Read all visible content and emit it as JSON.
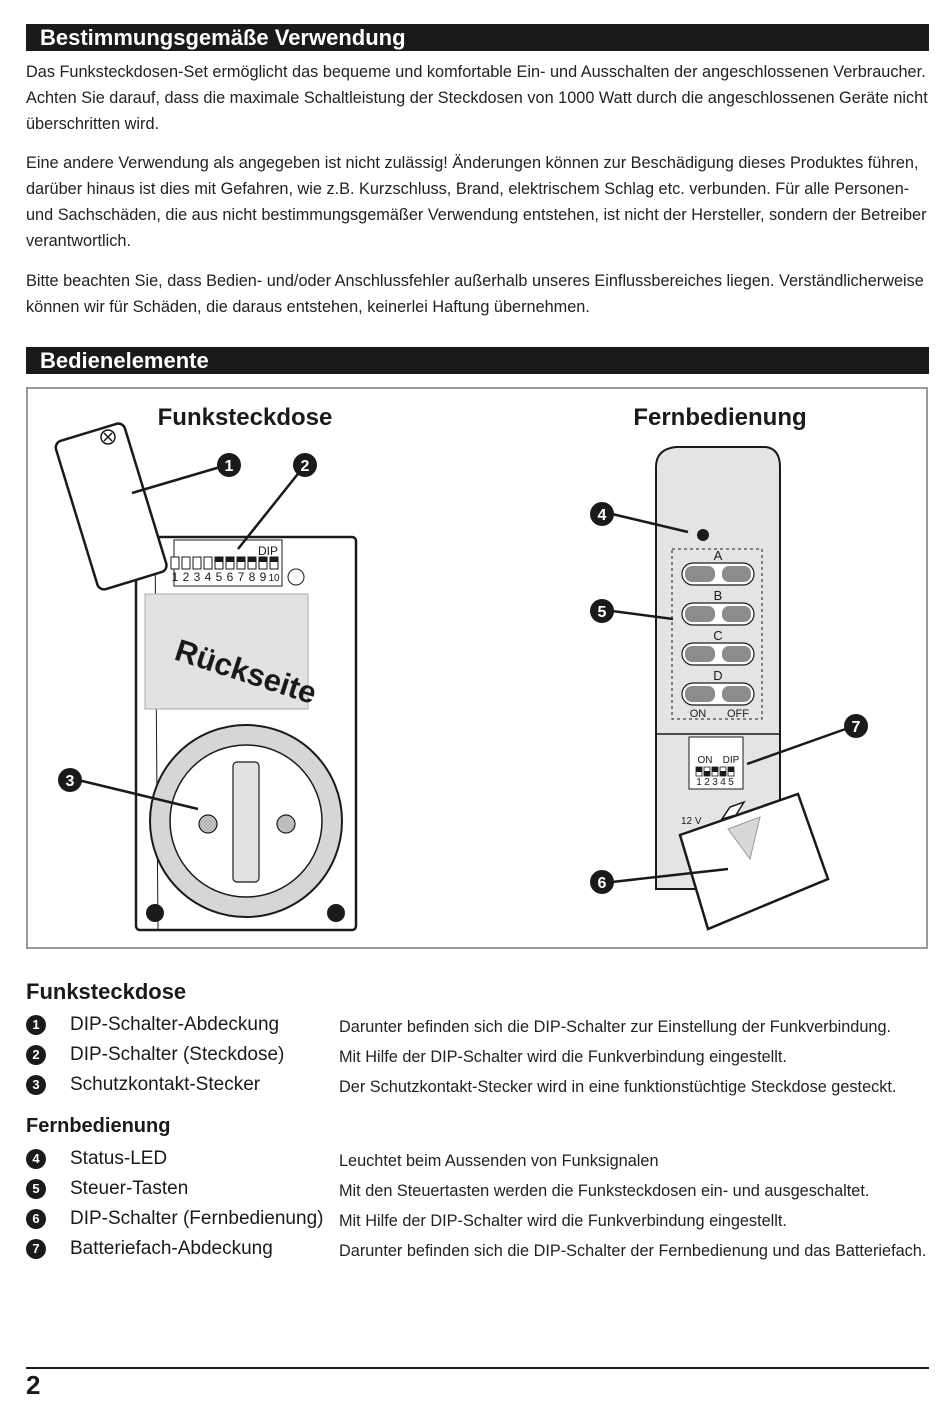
{
  "section1": {
    "title": "Bestimmungsgemäße Verwendung",
    "paragraphs": [
      "Das Funksteckdosen-Set ermöglicht das bequeme und komfortable Ein- und Ausschalten der angeschlossenen Verbraucher. Achten Sie darauf, dass die maximale Schaltleistung der Steckdosen von 1000 Watt durch die angeschlossenen Geräte nicht überschritten wird.",
      "Eine andere Verwendung als angegeben ist nicht zulässig! Änderungen können zur Beschädigung dieses Produktes führen, darüber hinaus ist dies mit Gefahren, wie z.B. Kurzschluss, Brand, elektrischem Schlag etc. verbunden. Für alle Personen- und Sachschäden, die aus nicht bestimmungsgemäßer Verwendung entstehen, ist nicht der Hersteller, sondern der Betreiber verantwortlich.",
      "Bitte beachten Sie, dass Bedien- und/oder Anschlussfehler außerhalb unseres Einflussbereiches liegen. Verständlicherweise können wir für Schäden, die daraus entstehen, keinerlei Haftung übernehmen."
    ]
  },
  "section2": {
    "title": "Bedienelemente"
  },
  "figure": {
    "socket_title": "Funksteckdose",
    "remote_title": "Fernbedienung",
    "socket_back_label": "Rückseite",
    "dip_label": "DIP",
    "socket_dip_numbers": [
      "1",
      "2",
      "3",
      "4",
      "5",
      "6",
      "7",
      "8",
      "9",
      "10"
    ],
    "remote_buttons": [
      "A",
      "B",
      "C",
      "D"
    ],
    "on_label": "ON",
    "off_label": "OFF",
    "remote_dip_numbers": [
      "1",
      "2",
      "3",
      "4",
      "5"
    ],
    "battery_label": "12 V",
    "callouts": [
      "1",
      "2",
      "3",
      "4",
      "5",
      "6",
      "7"
    ]
  },
  "legend": {
    "socket": {
      "title": "Funksteckdose",
      "items": [
        {
          "num": "1",
          "name": "DIP-Schalter-Abdeckung",
          "desc": "Darunter befinden sich die DIP-Schalter zur Einstellung der Funkverbindung."
        },
        {
          "num": "2",
          "name": "DIP-Schalter (Steckdose)",
          "desc": "Mit Hilfe der DIP-Schalter wird die Funkverbindung eingestellt."
        },
        {
          "num": "3",
          "name": "Schutzkontakt-Stecker",
          "desc": "Der Schutzkontakt-Stecker wird in eine funktionstüchtige Steckdose gesteckt."
        }
      ]
    },
    "remote": {
      "title": "Fernbedienung",
      "items": [
        {
          "num": "4",
          "name": "Status-LED",
          "desc": "Leuchtet beim Aussenden von Funksignalen"
        },
        {
          "num": "5",
          "name": "Steuer-Tasten",
          "desc": "Mit den Steuertasten werden die Funksteckdosen ein- und ausgeschaltet."
        },
        {
          "num": "6",
          "name": "DIP-Schalter (Fernbedienung)",
          "desc": "Mit Hilfe der DIP-Schalter wird die Funkverbindung eingestellt."
        },
        {
          "num": "7",
          "name": "Batteriefach-Abdeckung",
          "desc": "Darunter befinden sich die DIP-Schalter der Fernbedienung und das Batteriefach."
        }
      ]
    }
  },
  "footer": {
    "page_number": "2"
  }
}
